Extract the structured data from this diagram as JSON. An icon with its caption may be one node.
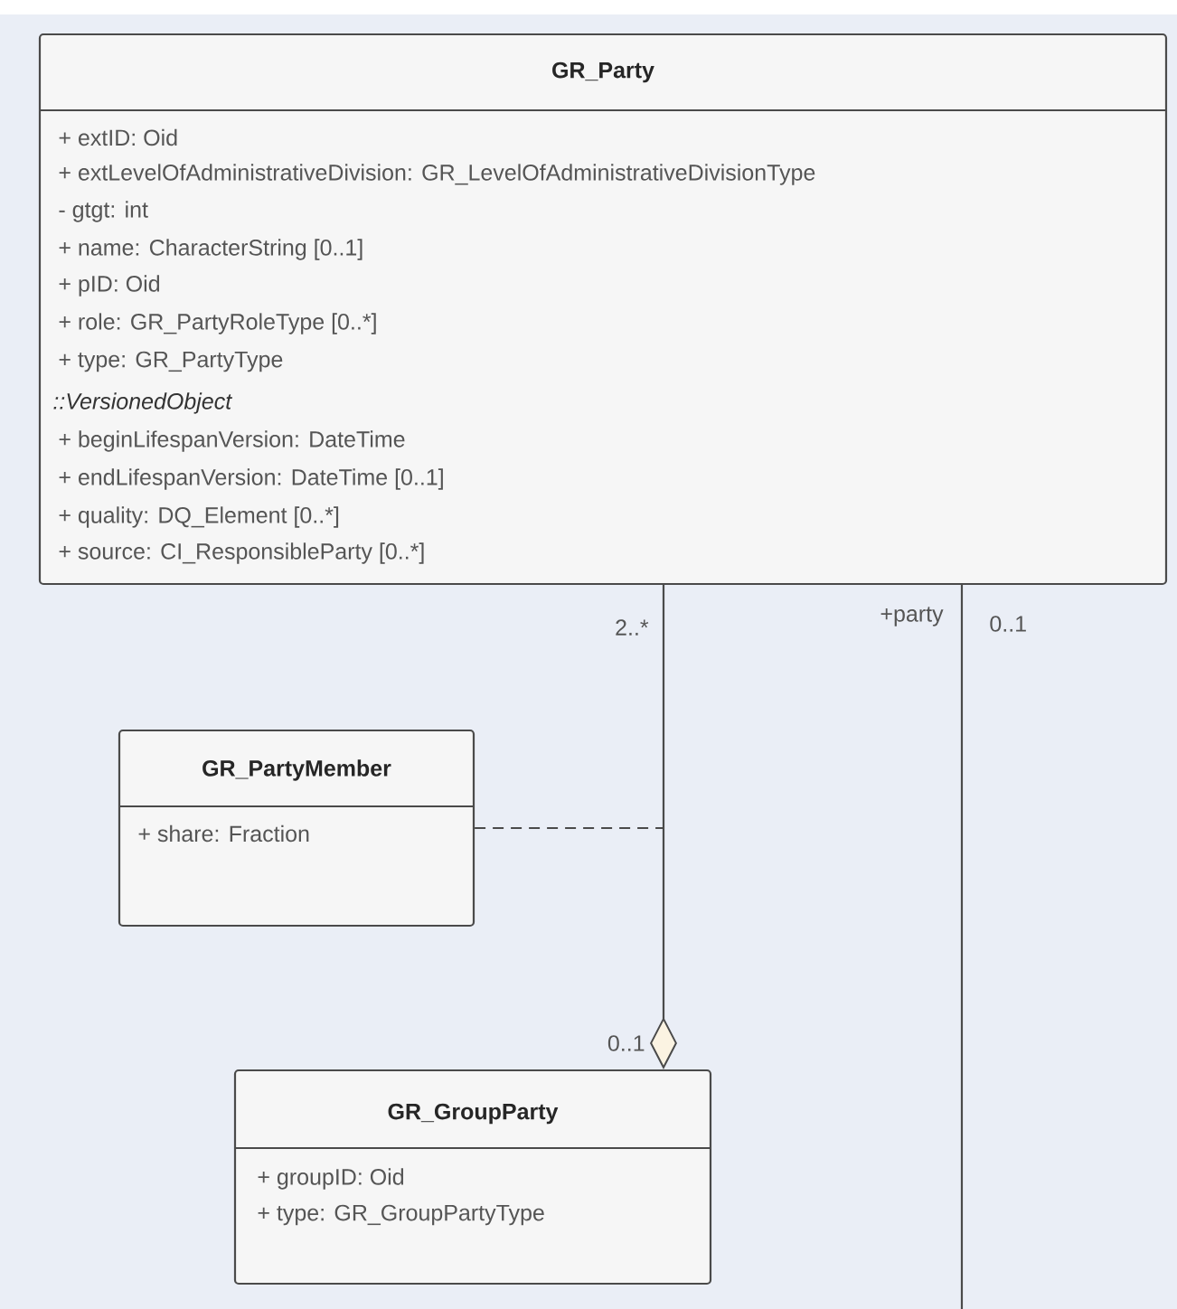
{
  "diagram": {
    "nodes": [
      {
        "text": [
          "GR_Party",
          "+ extID: Oid",
          "+ extLevelOfAdministrativeDivision: GR_LevelOfAdministrativeDivisionType",
          "- gtgt: int",
          "+ name: CharacterString [0..1]",
          "+ pID: Oid",
          "+ role: GR_PartyRoleType [0..*]",
          "+ type: GR_PartyType",
          "::VersionedObject",
          "+ beginLifespanVersion: DateTime",
          "+ endLifespanVersion: DateTime [0..1]",
          "+ quality: DQ_Element [0..*]",
          "+ source: CI_ResponsibleParty [0..*]"
        ]
      },
      {
        "text": [
          "GR_PartyMember",
          "+ share: Fraction"
        ]
      },
      {
        "text": [
          "GR_GroupParty",
          "+ groupID: Oid",
          "+ type: GR_GroupPartyType"
        ]
      }
    ],
    "edges": [
      {
        "from": 0,
        "to": 2,
        "arrow": "other"
      },
      {
        "from": 1,
        "to": null,
        "arrow": "none",
        "style": "dashed"
      },
      {
        "from": 0,
        "to": null,
        "arrow": "none"
      }
    ],
    "labels": [
      "2..*",
      "+party",
      "0..1",
      "0..1"
    ]
  }
}
